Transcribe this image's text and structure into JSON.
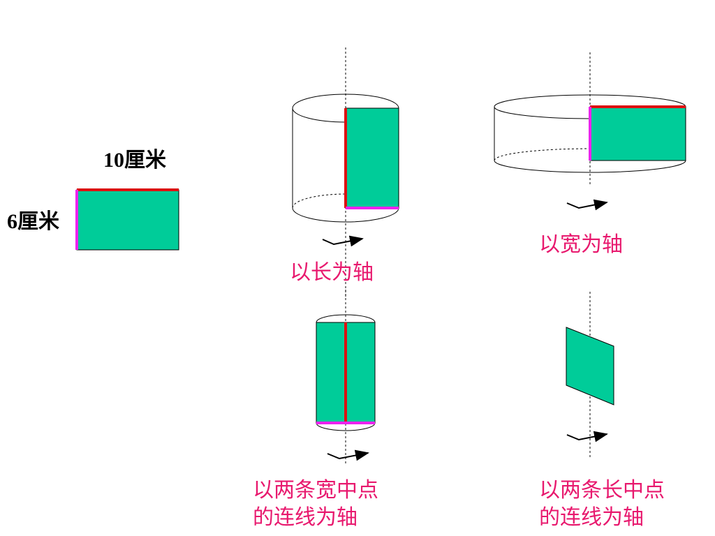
{
  "colors": {
    "face_fill": "#00cc99",
    "length_edge": "#dd1111",
    "width_edge": "#ee22ee",
    "caption": "#e8196e",
    "axis": "#333333"
  },
  "rectangle": {
    "length_label": "10厘米",
    "width_label": "6厘米"
  },
  "captions": {
    "long_axis": "以长为轴",
    "wide_axis": "以宽为轴",
    "width_midpoints_line1": "以两条宽中点",
    "width_midpoints_line2": "的连线为轴",
    "length_midpoints_line1": "以两条长中点",
    "length_midpoints_line2": "的连线为轴"
  }
}
